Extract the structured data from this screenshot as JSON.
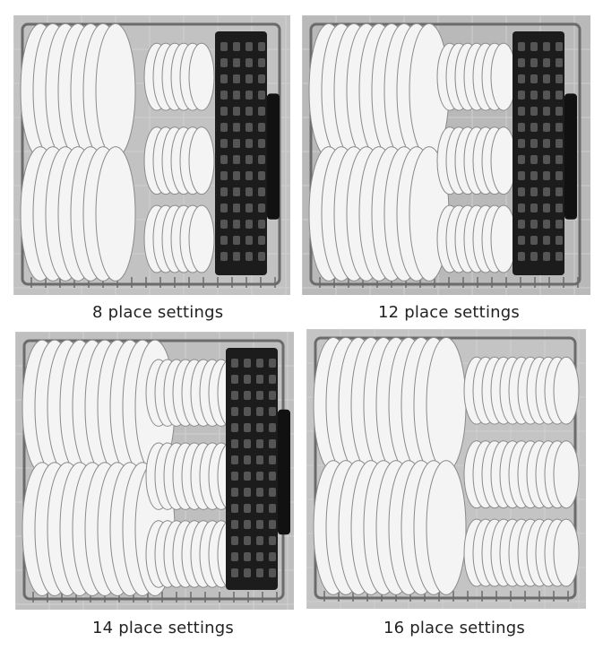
{
  "figure": {
    "panels": [
      {
        "id": "p8",
        "caption": "8 place settings",
        "bg": "#c2c2c2"
      },
      {
        "id": "p12",
        "caption": "12 place settings",
        "bg": "#b9b9b9"
      },
      {
        "id": "p14",
        "caption": "14 place settings",
        "bg": "#bfbfbf"
      },
      {
        "id": "p16",
        "caption": "16 place settings",
        "bg": "#c4c4c4"
      }
    ],
    "colors": {
      "plate": "#f4f4f4",
      "plate_edge": "#8a8a8a",
      "rack": "#6b6b6b",
      "basket": "#1c1c1c",
      "tile": "#d0d0d0"
    }
  }
}
